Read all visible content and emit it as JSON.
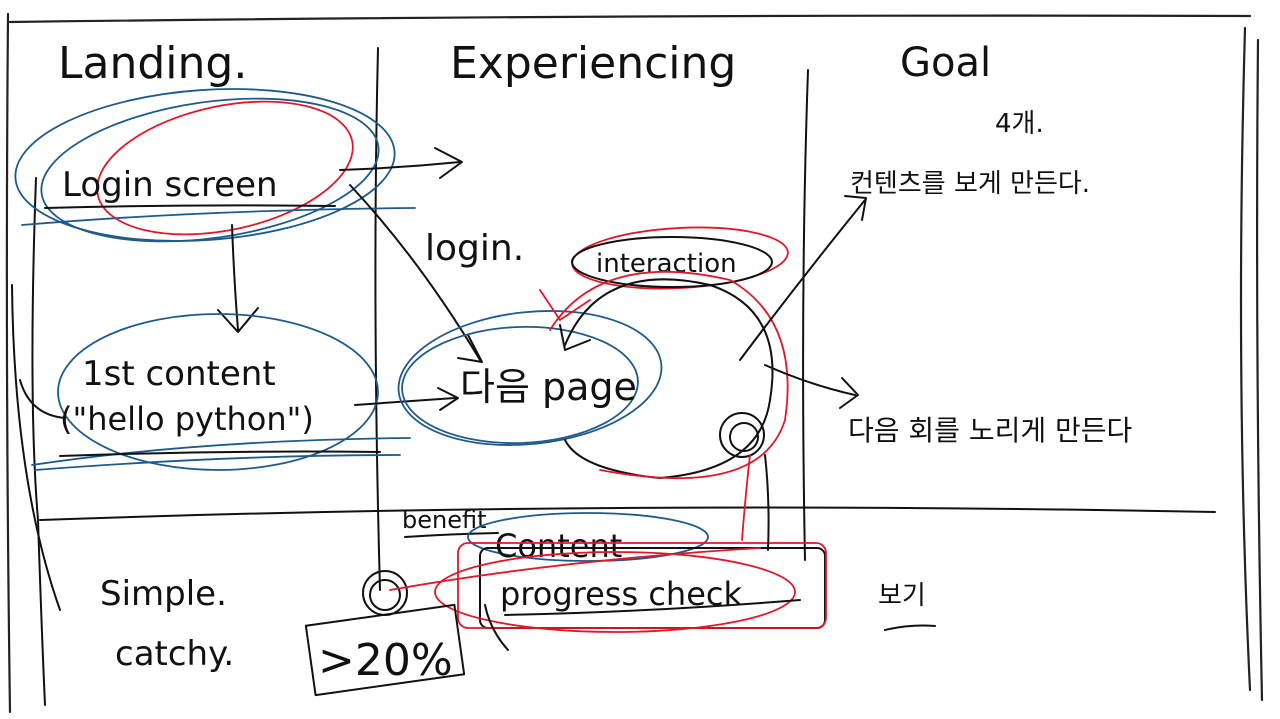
{
  "columns": {
    "landing": "Landing.",
    "experiencing": "Experiencing",
    "goal": "Goal"
  },
  "nodes": {
    "login_screen": "Login screen",
    "first_content_line1": "1st content",
    "first_content_line2": "(\"hello python\")",
    "login_edge": "login.",
    "next_page": "다음 page",
    "interaction": "interaction",
    "benefit": "benefit",
    "content": "Content",
    "progress_check": "progress check",
    "percent": ">20%",
    "simple": "Simple.",
    "catchy": "catchy."
  },
  "goal_notes": {
    "note_heading": "4개.",
    "note_content": "컨텐츠를 보게 만든다.",
    "note_next": "다음 회를 노리게 만든다",
    "note_bottom": "보기"
  },
  "colors": {
    "ink": "#111111",
    "red": "#e0182a",
    "blue": "#1f5a8c"
  }
}
